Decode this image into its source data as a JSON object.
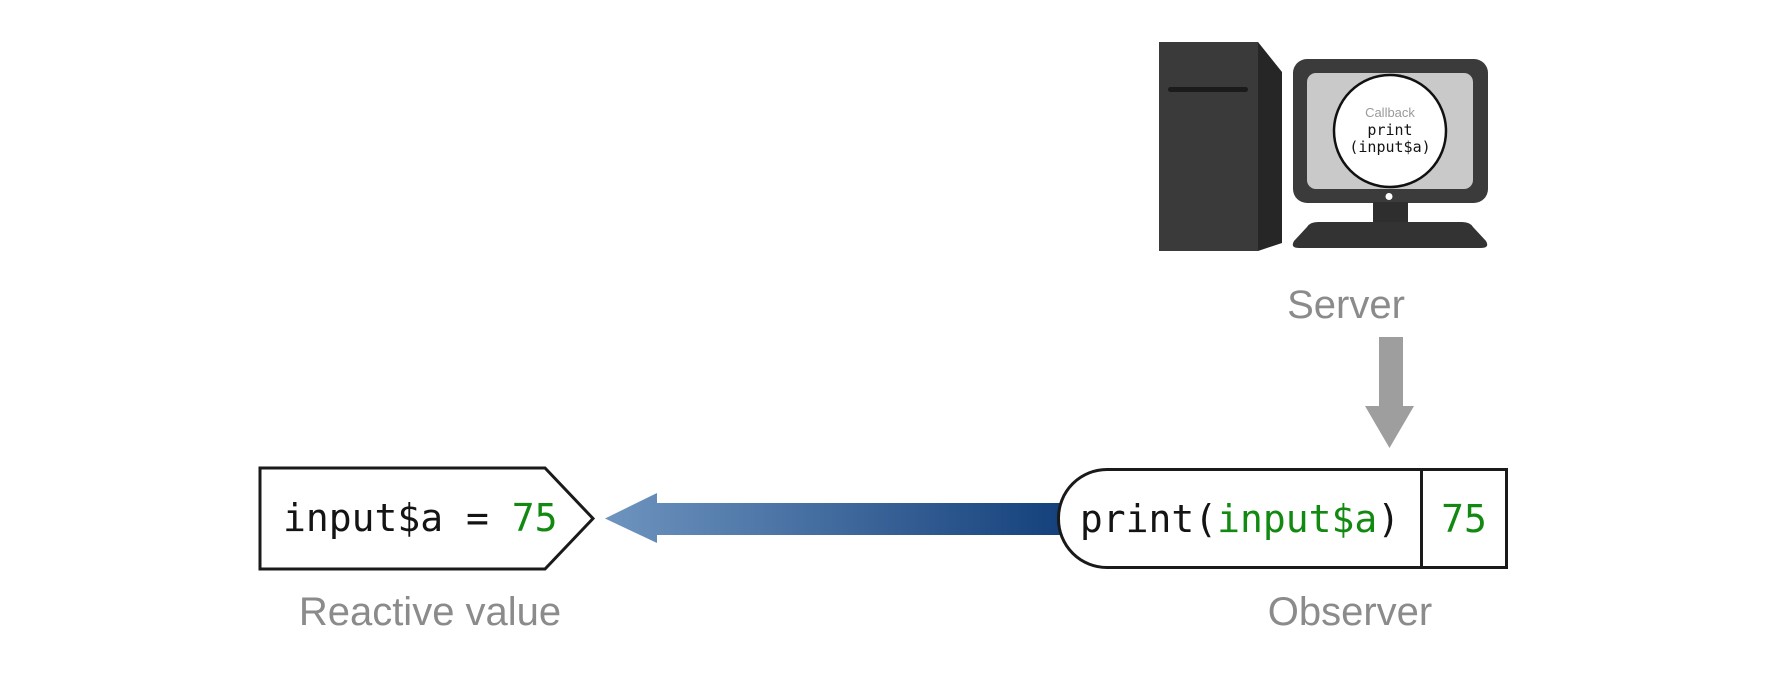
{
  "server": {
    "label": "Server",
    "callback_title": "Callback",
    "callback_code_line1": "print",
    "callback_code_line2": "(input$a)"
  },
  "reactive_value": {
    "label": "Reactive value",
    "expression": "input$a = ",
    "value": "75"
  },
  "observer": {
    "label": "Observer",
    "code_before": "print(",
    "code_arg": "input$a",
    "code_after": ")",
    "value": "75"
  },
  "colors": {
    "code_green": "#128a12",
    "label_gray": "#8b8b8b",
    "down_arrow_gray": "#9e9e9e",
    "blue_gradient_start": "#6e94bf",
    "blue_gradient_end": "#15417c",
    "device_dark": "#3a3a3a",
    "device_side_dark": "#262626",
    "screen_gray": "#c9c9c9",
    "box_border_black": "#1a1a1a"
  }
}
